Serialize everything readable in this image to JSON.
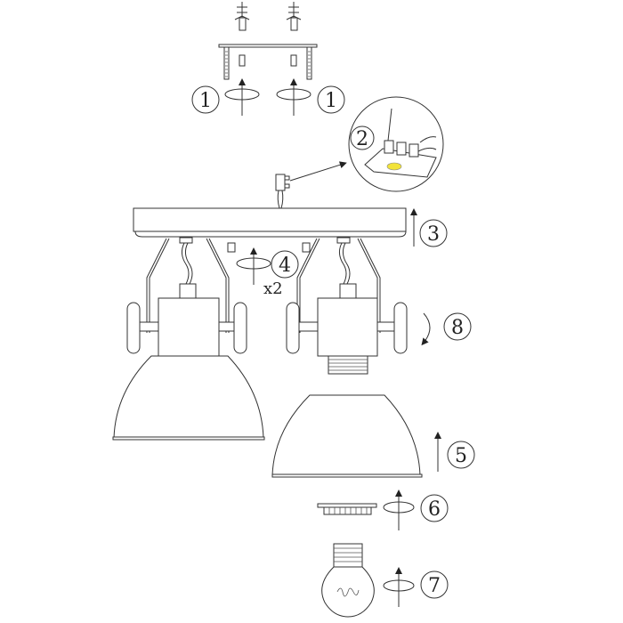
{
  "diagram": {
    "title": "Ceiling spotlight assembly instructions",
    "steps": [
      {
        "id": "1a",
        "label": "1",
        "description": "Screw mounting plate with anchors and screws (left)"
      },
      {
        "id": "1b",
        "label": "1",
        "description": "Screw mounting plate with anchors and screws (right)"
      },
      {
        "id": "2",
        "label": "2",
        "description": "Connect wires to terminal block (inset)"
      },
      {
        "id": "3",
        "label": "3",
        "description": "Lift canopy up to ceiling plate"
      },
      {
        "id": "4",
        "label": "4",
        "description": "Rotate to fix",
        "multiplier": "x2"
      },
      {
        "id": "5",
        "label": "5",
        "description": "Push shade up onto socket"
      },
      {
        "id": "6",
        "label": "6",
        "description": "Screw on shade ring"
      },
      {
        "id": "7",
        "label": "7",
        "description": "Screw in bulb"
      },
      {
        "id": "8",
        "label": "8",
        "description": "Tilt spot head"
      }
    ],
    "multiplier_label": "x2",
    "accent_color": "#f2e33a"
  }
}
